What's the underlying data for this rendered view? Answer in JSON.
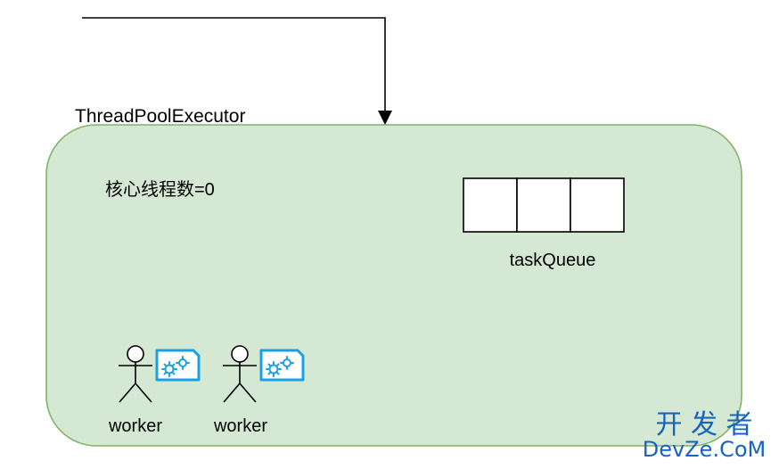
{
  "diagram": {
    "container_label": "ThreadPoolExecutor",
    "core_threads_label": "核心线程数=0",
    "queue_label": "taskQueue",
    "queue_slots": 3,
    "workers": [
      {
        "label": "worker",
        "icon": "gear-task-icon"
      },
      {
        "label": "worker",
        "icon": "gear-task-icon"
      }
    ]
  },
  "watermark": {
    "brand_cn": "开 发 者",
    "brand_en": "DevZe.CoM"
  },
  "colors": {
    "container_fill": "#d5e8d4",
    "container_stroke": "#82b366",
    "task_icon": "#1ba1e2",
    "watermark": "#1565c0"
  }
}
